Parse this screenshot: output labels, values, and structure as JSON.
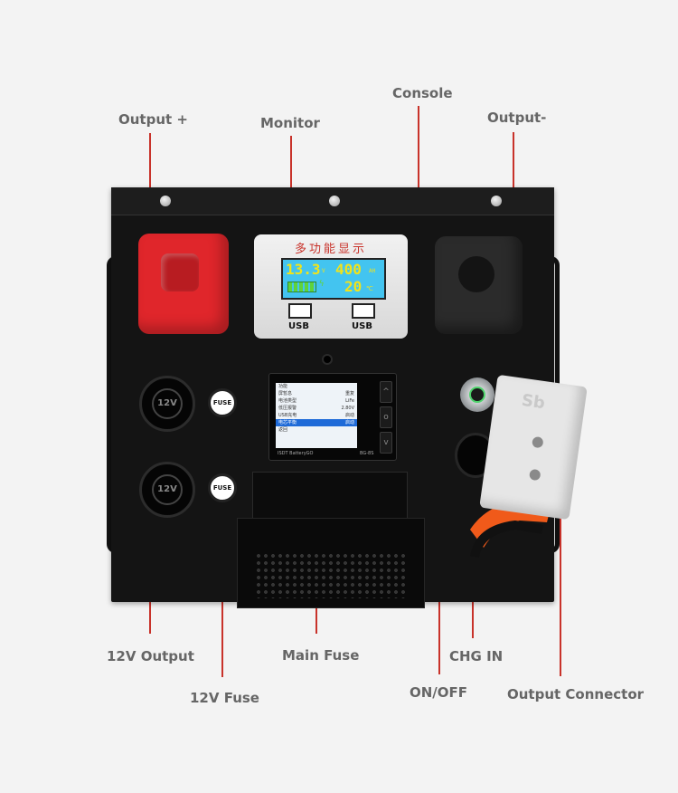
{
  "callouts": {
    "output_plus": "Output +",
    "monitor": "Monitor",
    "console": "Console",
    "output_minus": "Output-",
    "v12_output": "12V Output",
    "v12_fuse": "12V Fuse",
    "main_fuse": "Main Fuse",
    "on_off": "ON/OFF",
    "chg_in": "CHG IN",
    "output_connector": "Output Connector"
  },
  "monitor": {
    "title": "多功能显示",
    "voltage": "13.3",
    "voltage_unit": "V",
    "capacity": "400",
    "capacity_unit": "AH",
    "temperature": "20",
    "temperature_unit": "℃",
    "usb_left": "USB",
    "usb_right": "USB"
  },
  "console": {
    "menu": [
      "功能",
      "屏暂息",
      "电池类型",
      "低压报警",
      "USB充电",
      "电芯平衡",
      "返回"
    ],
    "values": [
      "",
      "重复",
      "LiFe",
      "2.80V",
      "启动",
      "启动",
      ""
    ],
    "selected_index": 5,
    "brand": "ISDT   BatteryGO",
    "model": "BG-8S"
  },
  "sockets": {
    "rating": "12V",
    "fuse_label": "FUSE"
  },
  "connector": {
    "brand": "Sb"
  },
  "colors": {
    "panel": "#141414",
    "terminal_positive": "#e0262b",
    "terminal_negative": "#2b2b2b",
    "leader_line": "#c8322a",
    "lcd_background": "#43c4f0",
    "lcd_digits": "#f1e31a",
    "switch_ring": "#4ed36b",
    "connector": "#e6e6e6",
    "cable_orange": "#f05a1a"
  },
  "icons": [
    "bolt-icon",
    "arrow-up-icon",
    "circle-icon",
    "arrow-down-icon",
    "battery-icon",
    "usb-icon"
  ]
}
